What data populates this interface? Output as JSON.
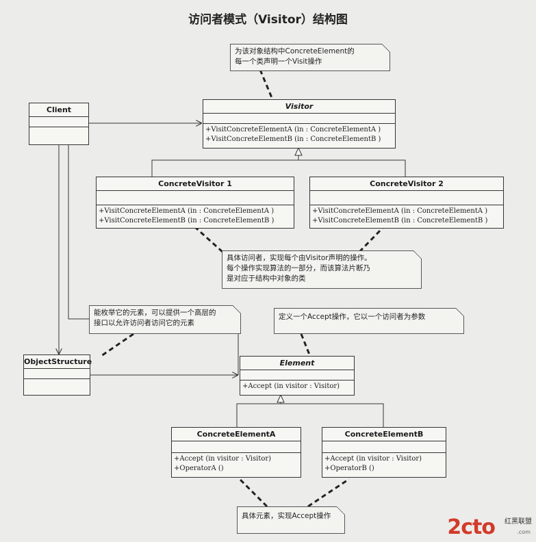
{
  "title": "访问者模式（Visitor）结构图",
  "classes": {
    "client": {
      "name": "Client"
    },
    "visitor": {
      "name": "Visitor",
      "ops": [
        "+VisitConcreteElementA (in  : ConcreteElementA )",
        "+VisitConcreteElementB (in  : ConcreteElementB )"
      ]
    },
    "concrete_visitor_1": {
      "name": "ConcreteVisitor 1",
      "ops": [
        "+VisitConcreteElementA (in  : ConcreteElementA )",
        "+VisitConcreteElementB (in  : ConcreteElementB )"
      ]
    },
    "concrete_visitor_2": {
      "name": "ConcreteVisitor 2",
      "ops": [
        "+VisitConcreteElementA (in  : ConcreteElementA )",
        "+VisitConcreteElementB (in  : ConcreteElementB )"
      ]
    },
    "object_structure": {
      "name": "ObjectStructure"
    },
    "element": {
      "name": "Element",
      "ops": [
        "+Accept (in visitor  : Visitor)"
      ]
    },
    "concrete_element_a": {
      "name": "ConcreteElementA",
      "ops": [
        "+Accept (in visitor  : Visitor)",
        "+OperatorA ()"
      ]
    },
    "concrete_element_b": {
      "name": "ConcreteElementB",
      "ops": [
        "+Accept (in visitor  : Visitor)",
        "+OperatorB ()"
      ]
    }
  },
  "notes": {
    "visitor_note": [
      "为该对象结构中ConcreteElement的",
      "每一个类声明一个Visit操作"
    ],
    "concrete_visitor_note": [
      "具体访问者，实现每个由Visitor声明的操作。",
      "每个操作实现算法的一部分，而该算法片断乃",
      "是对应于结构中对象的类"
    ],
    "object_structure_note": [
      "能枚举它的元素，可以提供一个高层的",
      "接口以允许访问者访问它的元素"
    ],
    "element_note": [
      "定义一个Accept操作，它以一个访问者为参数"
    ],
    "concrete_element_note": [
      "具体元素，实现Accept操作"
    ]
  },
  "watermark": {
    "logo": "2cto",
    "sub": "红黑联盟",
    "url": ".com"
  }
}
